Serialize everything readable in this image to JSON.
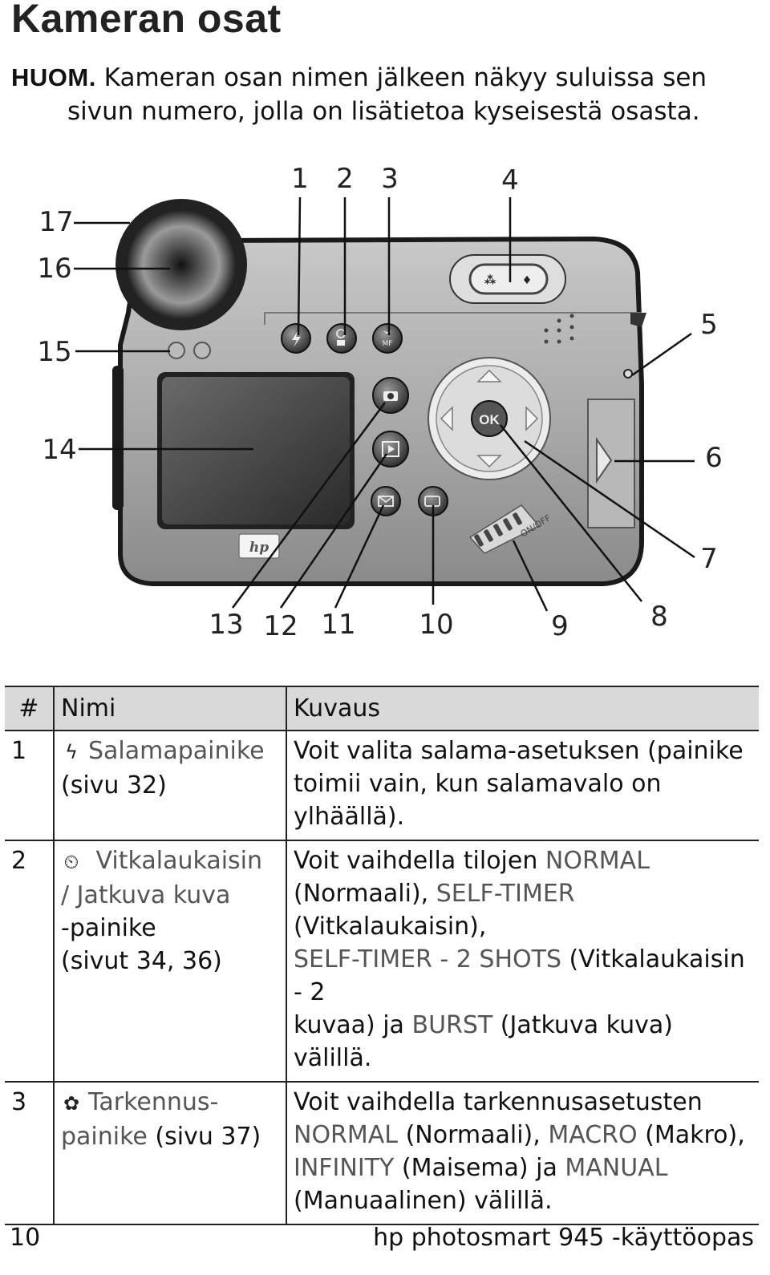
{
  "page": {
    "title": "Kameran osat",
    "note_lead": "HUOM.",
    "note_line1": " Kameran osan nimen jälkeen näkyy suluissa sen",
    "note_line2": "sivun numero, jolla on lisätietoa kyseisestä osasta."
  },
  "figure": {
    "callouts": [
      "1",
      "2",
      "3",
      "4",
      "5",
      "6",
      "7",
      "8",
      "9",
      "10",
      "11",
      "12",
      "13",
      "14",
      "15",
      "16",
      "17"
    ],
    "camera_labels": {
      "ok": "OK",
      "onoff": "ON/OFF",
      "hp": "hp",
      "mf": "MF"
    }
  },
  "table": {
    "headers": {
      "num": "#",
      "name": "Nimi",
      "desc": "Kuvaus"
    },
    "rows": [
      {
        "num": "1",
        "icon": "flash-icon",
        "name_a": "Salamapainike",
        "name_b": "(sivu 32)",
        "desc_a": "Voit valita salama-asetuksen (painike",
        "desc_b": "toimii vain, kun salamavalo on ylhäällä)."
      },
      {
        "num": "2",
        "icon": "self-timer-icon",
        "name_a": "Vitkalaukaisin",
        "name_b": "/ Jatkuva kuva",
        "name_c": "-painike",
        "name_d": "(sivut 34, 36)",
        "d1": "Voit vaihdella tilojen ",
        "d2": "NORMAL",
        "d3": "(Normaali), ",
        "d4": "SELF-TIMER",
        "d5": " (Vitkalaukaisin),",
        "d6": "SELF-TIMER - 2 SHOTS",
        "d7": " (Vitkalaukaisin - 2",
        "d8": "kuvaa) ja ",
        "d9": "BURST",
        "d10": " (Jatkuva kuva) välillä."
      },
      {
        "num": "3",
        "icon": "focus-icon",
        "name_a": "Tarkennus-",
        "name_b": "painike",
        "name_c": " (sivu 37)",
        "d1": "Voit vaihdella tarkennusasetusten",
        "d2": "NORMAL",
        "d3": " (Normaali), ",
        "d4": "MACRO",
        "d5": " (Makro),",
        "d6": "INFINITY",
        "d7": " (Maisema) ja ",
        "d8": "MANUAL",
        "d9": "(Manuaalinen) välillä."
      }
    ]
  },
  "footer": {
    "page_number": "10",
    "doc_title": "hp photosmart 945 -käyttöopas"
  }
}
